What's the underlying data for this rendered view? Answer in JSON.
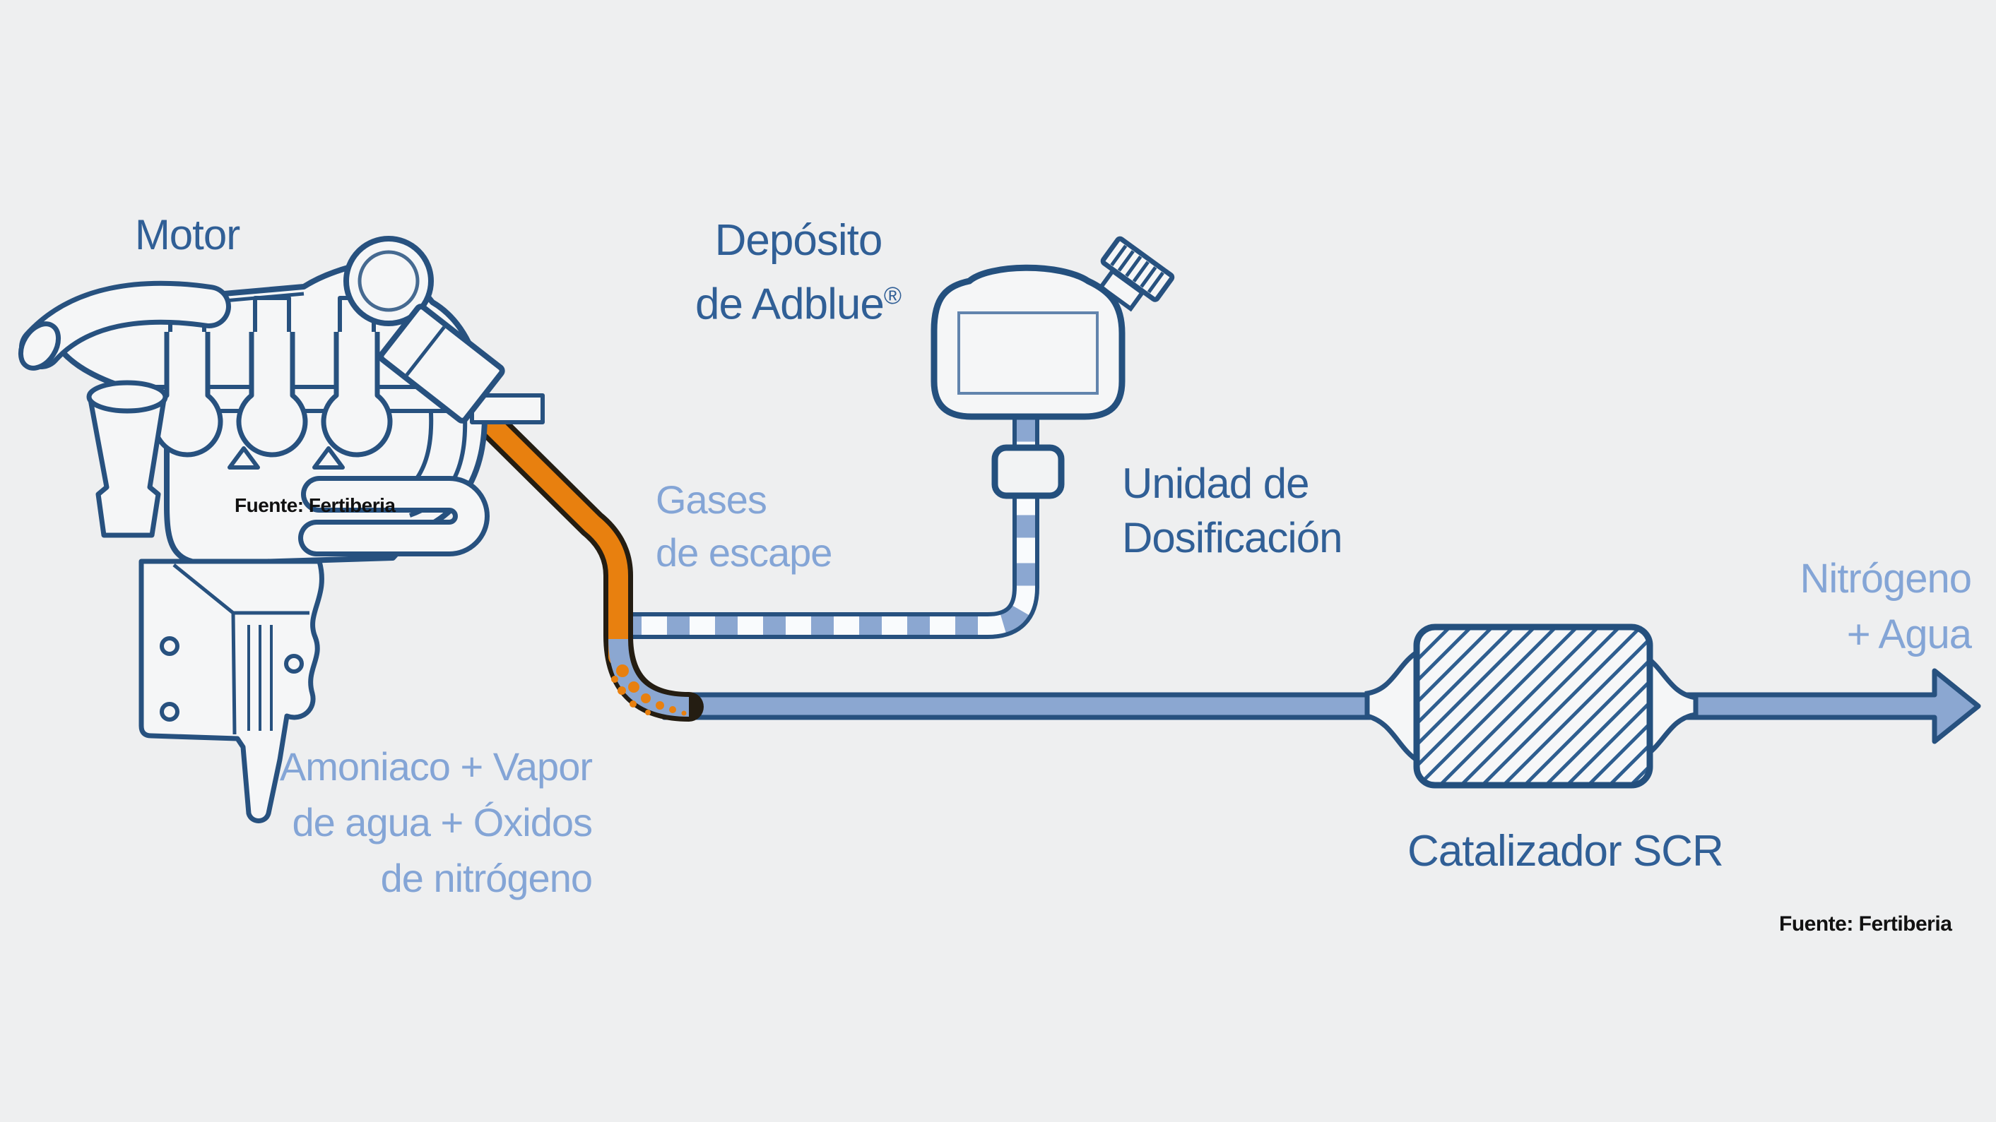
{
  "title": "Esquema sistema SCR con AdBlue",
  "labels": {
    "motor": "Motor",
    "deposito": {
      "line1": "Depósito",
      "line2": "de Adblue",
      "registered_mark": "®"
    },
    "gases": {
      "line1": "Gases",
      "line2": "de escape"
    },
    "unidad": {
      "line1": "Unidad de",
      "line2": "Dosificación"
    },
    "nitrogeno": {
      "line1": "Nitrógeno",
      "line2": "+ Agua"
    },
    "amoniaco": {
      "line1": "Amoniaco + Vapor",
      "line2": "de agua + Óxidos",
      "line3": "de nitrógeno"
    },
    "catalizador": "Catalizador SCR",
    "fuente_engine": "Fuente: Fertiberia",
    "fuente_bottom": "Fuente: Fertiberia"
  },
  "components": [
    "engine-illustration",
    "hot-exhaust-pipe",
    "adblue-tank",
    "tank-cap",
    "dosing-unit",
    "adblue-supply-line",
    "exhaust-tailpipe",
    "scr-catalyst",
    "flow-arrow"
  ],
  "colors": {
    "background": "#eeeff0",
    "outline_navy": "#27517f",
    "pipe_blue": "#8ba7d1",
    "hot_orange": "#e8800f",
    "hot_outline": "#241d12",
    "label_dark_blue": "#305f96",
    "label_light_blue": "#84a5d6",
    "source_text": "#111111",
    "shape_fill": "#f5f6f7"
  }
}
